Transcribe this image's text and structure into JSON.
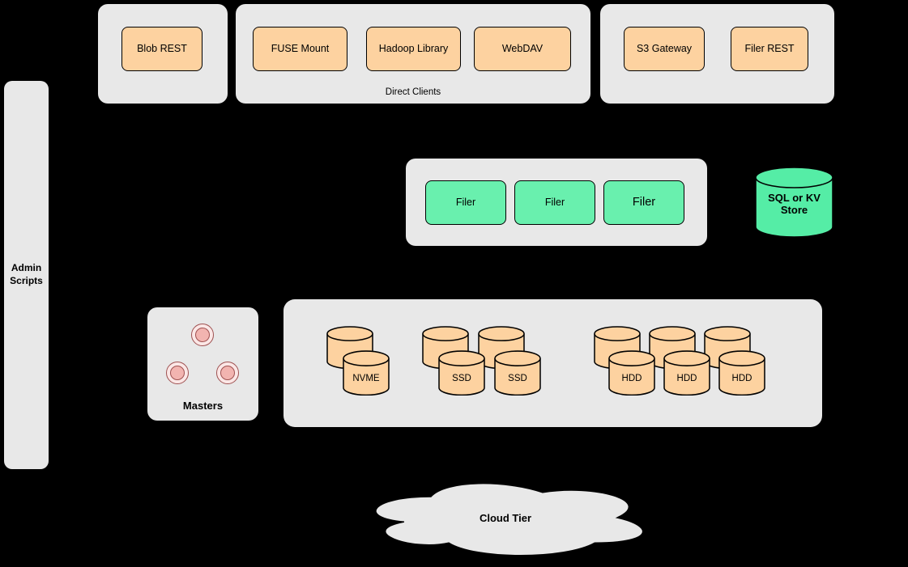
{
  "colors": {
    "background": "#000000",
    "panel": "#e8e8e8",
    "node_orange": "#fdd2a0",
    "node_green": "#69f0ae",
    "store_green": "#55eda6",
    "master_pink": "#f2b4b0",
    "stroke": "#000000"
  },
  "top": {
    "blob_group": {
      "buttons": [
        {
          "label": "Blob REST"
        }
      ]
    },
    "direct_clients_group": {
      "caption": "Direct Clients",
      "buttons": [
        {
          "label": "FUSE Mount"
        },
        {
          "label": "Hadoop Library"
        },
        {
          "label": "WebDAV"
        }
      ]
    },
    "gateway_group": {
      "buttons": [
        {
          "label": "S3 Gateway"
        },
        {
          "label": "Filer REST"
        }
      ]
    }
  },
  "admin_scripts": {
    "label": "Admin Scripts"
  },
  "filer_cluster": {
    "filers": [
      {
        "label": "Filer"
      },
      {
        "label": "Filer"
      },
      {
        "label": "Filer"
      }
    ]
  },
  "metadata_store": {
    "label": "SQL or KV Store"
  },
  "masters": {
    "label": "Masters"
  },
  "volume_servers": {
    "nvme": {
      "front_labels": [
        "NVME"
      ]
    },
    "ssd": {
      "front_labels": [
        "SSD",
        "SSD"
      ]
    },
    "hdd": {
      "front_labels": [
        "HDD",
        "HDD",
        "HDD"
      ]
    }
  },
  "cloud_tier": {
    "label": "Cloud Tier"
  }
}
